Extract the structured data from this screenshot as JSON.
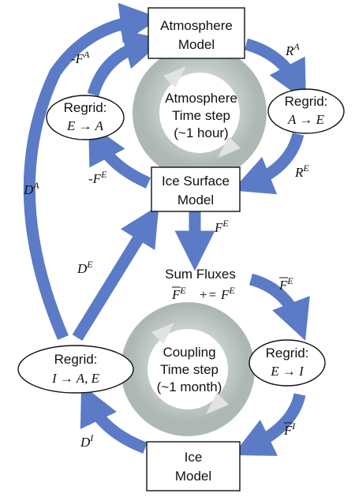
{
  "colors": {
    "arrow": "#5b7bc6",
    "ring_light": "#e4e8e6",
    "ring_dark": "#a7b2ad",
    "box_stroke": "#111111",
    "background": "#ffffff"
  },
  "boxes": {
    "atmosphere": {
      "line1": "Atmosphere",
      "line2": "Model"
    },
    "ice_surface": {
      "line1": "Ice Surface",
      "line2": "Model"
    },
    "ice": {
      "line1": "Ice",
      "line2": "Model"
    }
  },
  "ovals": {
    "regrid_e_a": {
      "title": "Regrid:",
      "map": "E → A"
    },
    "regrid_a_e": {
      "title": "Regrid:",
      "map": "A → E"
    },
    "regrid_e_i": {
      "title": "Regrid:",
      "map": "E → I"
    },
    "regrid_i_ae": {
      "title": "Regrid:",
      "map": "I → A, E"
    }
  },
  "rings": {
    "atmosphere": {
      "line1": "Atmosphere",
      "line2": "Time step",
      "line3": "(~1 hour)"
    },
    "coupling": {
      "line1": "Coupling",
      "line2": "Time step",
      "line3": "(~1 month)"
    }
  },
  "sum_fluxes": {
    "title": "Sum Fluxes",
    "eq_op": "+="
  },
  "labels": {
    "ra": {
      "base": "R",
      "sup": "A"
    },
    "re": {
      "base": "R",
      "sup": "E"
    },
    "neg_fa": {
      "prefix": "-",
      "base": "F",
      "sup": "A"
    },
    "neg_fe": {
      "prefix": "-",
      "base": "F",
      "sup": "E"
    },
    "fe": {
      "base": "F",
      "sup": "E"
    },
    "da": {
      "base": "D",
      "sup": "A"
    },
    "de": {
      "base": "D",
      "sup": "E"
    },
    "di": {
      "base": "D",
      "sup": "I"
    },
    "fbar_e": {
      "base": "F",
      "sup": "E"
    },
    "fbar_i": {
      "base": "F",
      "sup": "I"
    },
    "eq_lhs": {
      "base": "F",
      "sup": "E"
    },
    "eq_rhs": {
      "base": "F",
      "sup": "E"
    }
  }
}
